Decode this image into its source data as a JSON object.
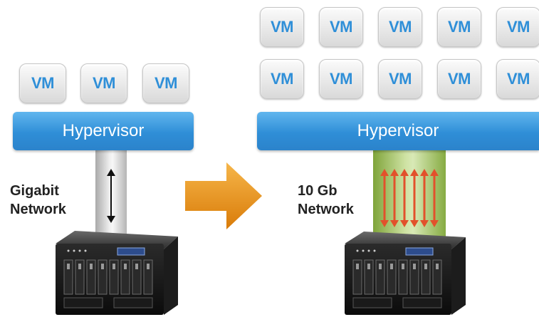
{
  "left": {
    "vms": [
      "VM",
      "VM",
      "VM"
    ],
    "hypervisor_label": "Hypervisor",
    "network_label_line1": "Gigabit",
    "network_label_line2": "Network"
  },
  "right": {
    "vms_top": [
      "VM",
      "VM",
      "VM",
      "VM",
      "VM"
    ],
    "vms_bottom": [
      "VM",
      "VM",
      "VM",
      "VM",
      "VM"
    ],
    "hypervisor_label": "Hypervisor",
    "network_label_line1": "10 Gb",
    "network_label_line2": "Network"
  },
  "colors": {
    "vm_text": "#2f8fd8",
    "hypervisor": "#3a9ae0",
    "transition_arrow": "#e88d10",
    "gigabit_pipe": "#cfcfcf",
    "tengb_pipe": "#a9c96a",
    "tengb_arrows": "#e2512b"
  }
}
